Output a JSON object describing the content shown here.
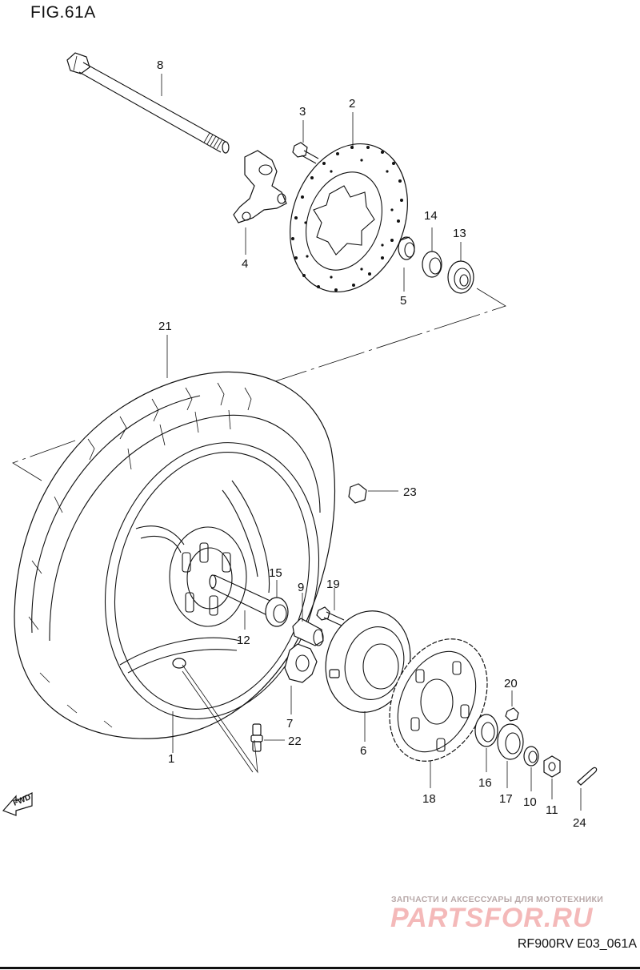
{
  "figure": {
    "title": "FIG.61A",
    "code": "RF900RV E03_061A",
    "fwd_label": "FWD"
  },
  "watermark": {
    "tagline": "ЗАПЧАСТИ И АКСЕССУАРЫ ДЛЯ МОТОТЕХНИКИ",
    "logo": "PARTSFOR.RU"
  },
  "callouts": [
    "1",
    "2",
    "3",
    "4",
    "5",
    "6",
    "7",
    "8",
    "9",
    "10",
    "11",
    "12",
    "13",
    "14",
    "15",
    "16",
    "17",
    "18",
    "19",
    "20",
    "21",
    "22",
    "23",
    "24"
  ]
}
